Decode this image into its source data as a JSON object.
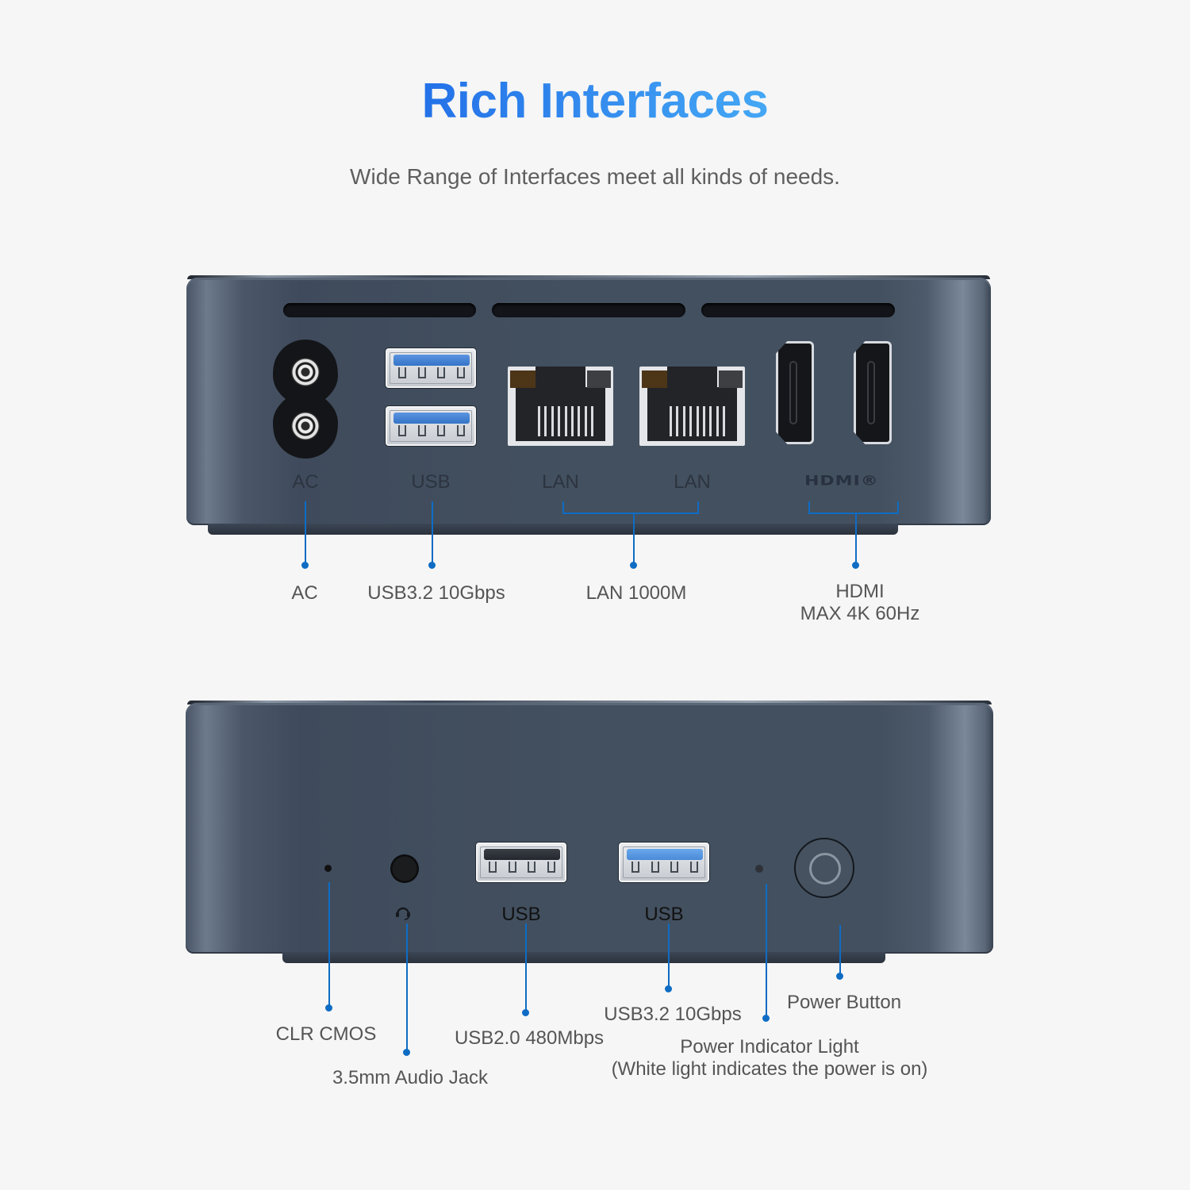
{
  "header": {
    "title": "Rich Interfaces",
    "subtitle": "Wide Range of Interfaces meet all kinds of needs."
  },
  "rear_panel": {
    "port_labels": {
      "ac": "AC",
      "usb": "USB",
      "lan1": "LAN",
      "lan2": "LAN",
      "hdmi_logo": "HDMI®"
    },
    "callouts": [
      {
        "id": "ac",
        "label": "AC"
      },
      {
        "id": "usb",
        "label": "USB3.2 10Gbps"
      },
      {
        "id": "lan",
        "label": "LAN 1000M"
      },
      {
        "id": "hdmi",
        "label_line1": "HDMI",
        "label_line2": "MAX 4K 60Hz"
      }
    ]
  },
  "front_panel": {
    "port_labels": {
      "usb_left": "USB",
      "usb_right": "USB"
    },
    "icons": {
      "audio": "headset-icon",
      "power": "power-ring-icon"
    },
    "callouts": [
      {
        "id": "clr_cmos",
        "label": "CLR CMOS"
      },
      {
        "id": "audio",
        "label": "3.5mm Audio Jack"
      },
      {
        "id": "usb2",
        "label": "USB2.0 480Mbps"
      },
      {
        "id": "usb32",
        "label": "USB3.2 10Gbps"
      },
      {
        "id": "power_led",
        "label_line1": "Power Indicator Light",
        "label_line2": "(White light indicates the power is on)"
      },
      {
        "id": "power_button",
        "label": "Power Button"
      }
    ]
  },
  "colors": {
    "title_gradient_start": "#2370e8",
    "title_gradient_end": "#45a8f4",
    "callout_line": "#0e6cc4",
    "device_body": "#43505f",
    "background": "#f6f6f6",
    "usb3_tongue": "#3474c8"
  }
}
